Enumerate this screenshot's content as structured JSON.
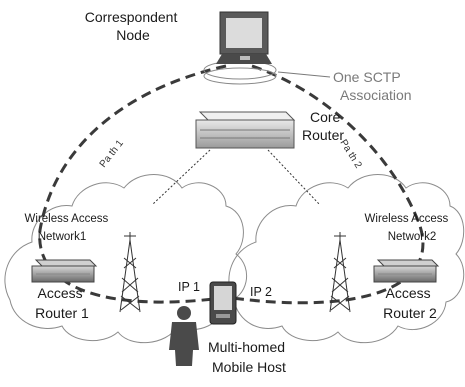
{
  "labels": {
    "correspondent_node": [
      "Correspondent",
      "Node"
    ],
    "sctp_association": [
      "One SCTP",
      "Association"
    ],
    "core_router": [
      "Core",
      "Router"
    ],
    "path1": "Pa th 1",
    "path2": "Pa th 2",
    "wan1": [
      "Wireless Access",
      "Network1"
    ],
    "wan2": [
      "Wireless Access",
      "Network2"
    ],
    "access_router1": [
      "Access",
      "Router 1"
    ],
    "access_router2": [
      "Access",
      "Router 2"
    ],
    "ip1": "IP 1",
    "ip2": "IP 2",
    "mobile_host": [
      "Multi-homed",
      "Mobile Host"
    ]
  },
  "colors": {
    "path_line": "#3a3a3a",
    "cloud_stroke": "#8c8c8c",
    "device_dark": "#4d4d4d",
    "device_light": "#c9c9c9",
    "association_text": "#7a7a7a"
  },
  "icons": [
    "computer-icon",
    "core-router-icon",
    "access-router-icon",
    "antenna-tower-icon",
    "pda-icon",
    "person-icon",
    "cloud-icon"
  ]
}
